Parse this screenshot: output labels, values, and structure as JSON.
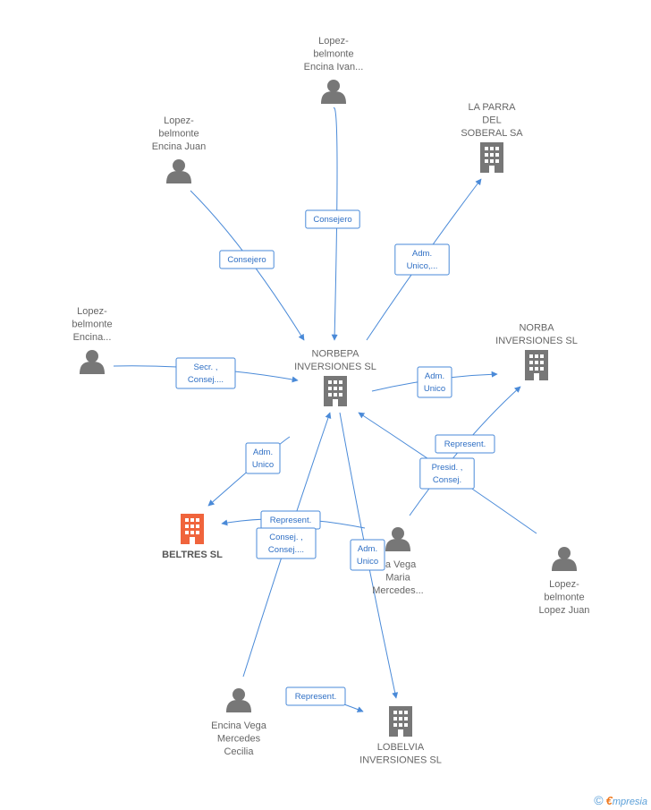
{
  "nodes": [
    {
      "id": "norbepa",
      "kind": "company",
      "lines": [
        "NORBEPA",
        "INVERSIONES SL"
      ],
      "color": "#777777"
    },
    {
      "id": "beltres",
      "kind": "company",
      "lines": [
        "BELTRES SL"
      ],
      "color": "#f0643c",
      "focus": true
    },
    {
      "id": "laparra",
      "kind": "company",
      "lines": [
        "LA PARRA",
        "DEL",
        "SOBERAL SA"
      ],
      "color": "#777777"
    },
    {
      "id": "norba",
      "kind": "company",
      "lines": [
        "NORBA",
        "INVERSIONES SL"
      ],
      "color": "#777777"
    },
    {
      "id": "lobelvia",
      "kind": "company",
      "lines": [
        "LOBELVIA",
        "INVERSIONES SL"
      ],
      "color": "#777777"
    },
    {
      "id": "ivan",
      "kind": "person",
      "lines": [
        "Lopez-",
        "belmonte",
        "Encina Ivan..."
      ],
      "color": "#777777"
    },
    {
      "id": "juan",
      "kind": "person",
      "lines": [
        "Lopez-",
        "belmonte",
        "Encina Juan"
      ],
      "color": "#777777"
    },
    {
      "id": "encina",
      "kind": "person",
      "lines": [
        "Lopez-",
        "belmonte",
        "Encina..."
      ],
      "color": "#777777"
    },
    {
      "id": "maria",
      "kind": "person",
      "lines": [
        "na Vega",
        "Maria",
        "Mercedes..."
      ],
      "color": "#777777"
    },
    {
      "id": "lopezjuan",
      "kind": "person",
      "lines": [
        "Lopez-",
        "belmonte",
        "Lopez Juan"
      ],
      "color": "#777777"
    },
    {
      "id": "cecilia",
      "kind": "person",
      "lines": [
        "Encina Vega",
        "Mercedes",
        "Cecilia"
      ],
      "color": "#777777"
    }
  ],
  "edges": [
    {
      "from": "ivan",
      "to": "norbepa",
      "lines": [
        "Consejero"
      ]
    },
    {
      "from": "juan",
      "to": "norbepa",
      "lines": [
        "Consejero"
      ]
    },
    {
      "from": "norbepa",
      "to": "laparra",
      "lines": [
        "Adm.",
        "Unico,..."
      ]
    },
    {
      "from": "encina",
      "to": "norbepa",
      "lines": [
        "Secr. ,",
        "Consej...."
      ]
    },
    {
      "from": "norbepa",
      "to": "norba",
      "lines": [
        "Adm.",
        "Unico"
      ]
    },
    {
      "from": "norbepa",
      "to": "beltres",
      "lines": [
        "Adm.",
        "Unico"
      ]
    },
    {
      "from": "maria",
      "to": "norba",
      "lines": [
        "Represent."
      ]
    },
    {
      "from": "lopezjuan",
      "to": "norbepa",
      "lines": [
        "Presid. ,",
        "Consej."
      ]
    },
    {
      "from": "maria",
      "to": "beltres",
      "lines": [
        "Represent."
      ]
    },
    {
      "from": "cecilia",
      "to": "norbepa",
      "lines": [
        "Consej. ,",
        "Consej...."
      ]
    },
    {
      "from": "norbepa",
      "to": "lobelvia",
      "lines": [
        "Adm.",
        "Unico"
      ]
    },
    {
      "from": "cecilia",
      "to": "lobelvia",
      "lines": [
        "Represent."
      ]
    }
  ],
  "brand": {
    "copyright": "©",
    "e": "€",
    "rest": "mpresia"
  }
}
